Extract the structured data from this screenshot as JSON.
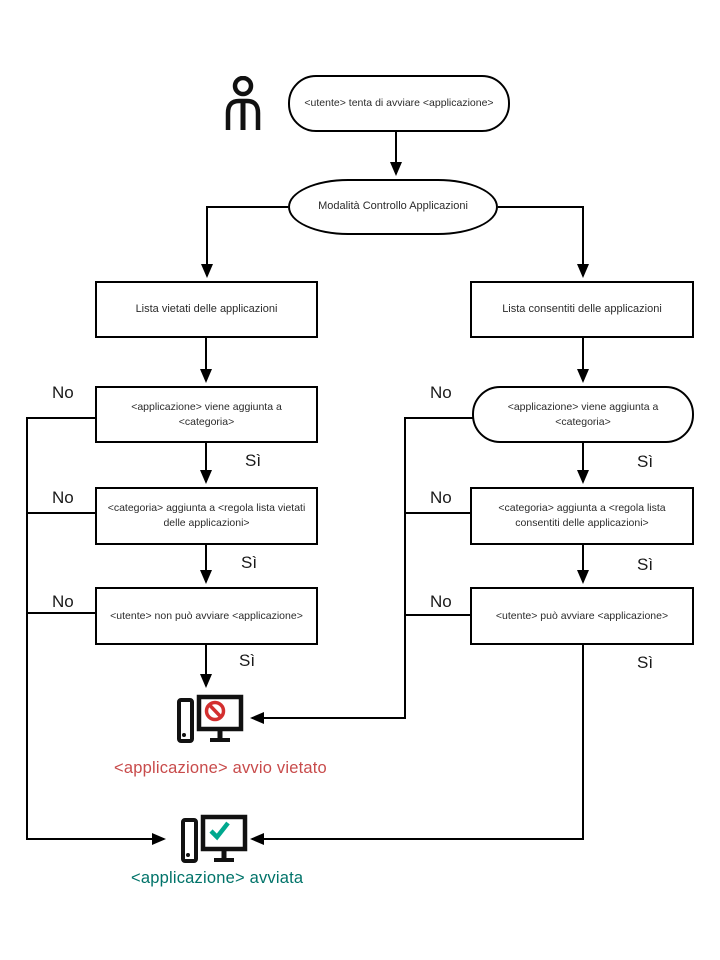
{
  "diagram_title": "Modalità Controllo Applicazioni",
  "nodes": {
    "start": "<utente> tenta di avviare <applicazione>",
    "mode": "Modalità Controllo Applicazioni",
    "left_list": "Lista vietati delle applicazioni",
    "left_step1": "<applicazione> viene aggiunta a <categoria>",
    "left_step2": "<categoria> aggiunta a <regola lista vietati delle applicazioni>",
    "left_step3": "<utente> non può avviare <applicazione>",
    "right_list": "Lista consentiti delle applicazioni",
    "right_step1": "<applicazione> viene aggiunta a <categoria>",
    "right_step2": "<categoria> aggiunta a <regola lista consentiti delle applicazioni>",
    "right_step3": "<utente> può avviare <applicazione>"
  },
  "labels": {
    "yes": "Sì",
    "no": "No"
  },
  "outcomes": {
    "blocked": "<applicazione> avvio vietato",
    "started": "<applicazione> avviata"
  },
  "icons": {
    "user": "user-icon",
    "blocked": "computer-blocked-icon",
    "started": "computer-started-icon"
  },
  "colors": {
    "line": "#000000",
    "blocked_text": "#c84b4b",
    "started_text": "#007369",
    "prohibit_sign": "#d32f2f",
    "check_sign": "#00a88e"
  }
}
